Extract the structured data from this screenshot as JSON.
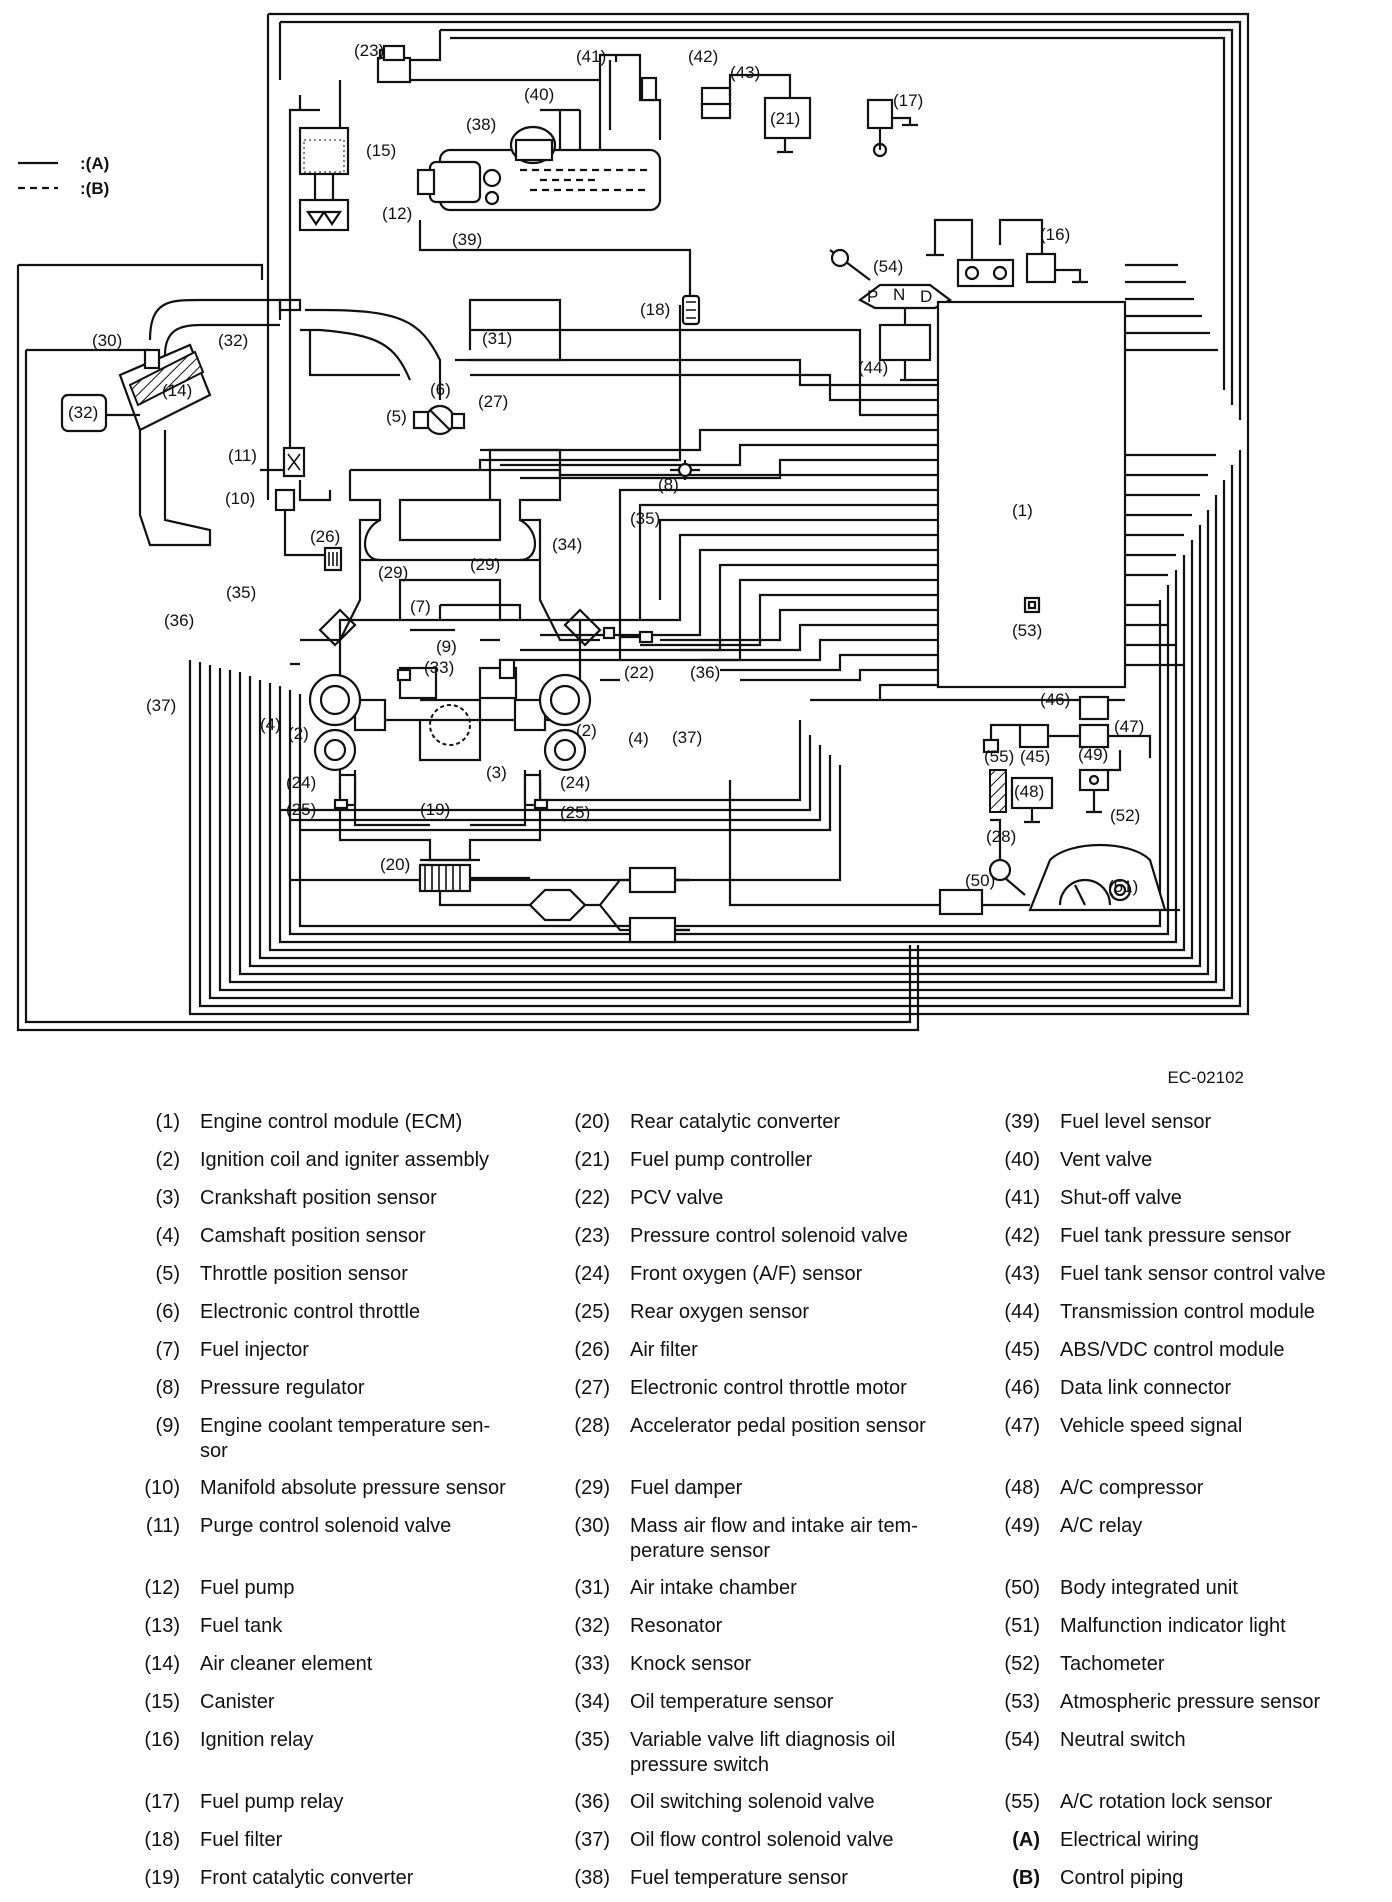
{
  "diagram": {
    "code": "EC-02102",
    "legend_key": [
      {
        "symbol": "solid",
        "label": ":(A)"
      },
      {
        "symbol": "dashed",
        "label": ":(B)"
      }
    ],
    "callouts": {
      "c1": "(1)",
      "c53": "(53)",
      "c54": "(54)",
      "c44": "(44)",
      "c16": "(16)",
      "c17": "(17)",
      "c21": "(21)",
      "c43": "(43)",
      "c42": "(42)",
      "c41": "(41)",
      "c23": "(23)",
      "c40": "(40)",
      "c38": "(38)",
      "c15": "(15)",
      "c12": "(12)",
      "c39": "(39)",
      "c18": "(18)",
      "c31": "(31)",
      "c30": "(30)",
      "c32a": "(32)",
      "c32b": "(32)",
      "c14": "(14)",
      "c6": "(6)",
      "c5": "(5)",
      "c27": "(27)",
      "c11": "(11)",
      "c10": "(10)",
      "c8": "(8)",
      "c26": "(26)",
      "c34": "(34)",
      "c35a": "(35)",
      "c35b": "(35)",
      "c29a": "(29)",
      "c29b": "(29)",
      "c7": "(7)",
      "c9": "(9)",
      "c33": "(33)",
      "c22": "(22)",
      "c36a": "(36)",
      "c36b": "(36)",
      "c37a": "(37)",
      "c37b": "(37)",
      "c4a": "(4)",
      "c4b": "(4)",
      "c2a": "(2)",
      "c2b": "(2)",
      "c3": "(3)",
      "c24a": "(24)",
      "c24b": "(24)",
      "c25a": "(25)",
      "c25b": "(25)",
      "c19": "(19)",
      "c20": "(20)",
      "c46": "(46)",
      "c47": "(47)",
      "c45": "(45)",
      "c55": "(55)",
      "c49": "(49)",
      "c48": "(48)",
      "c52": "(52)",
      "c28": "(28)",
      "c50": "(50)",
      "c51": "(51)"
    },
    "gear_letters": [
      "P",
      "N",
      "D"
    ]
  },
  "legend": {
    "col1": [
      {
        "num": "(1)",
        "text": "Engine control module (ECM)"
      },
      {
        "num": "(2)",
        "text": "Ignition coil and igniter assembly"
      },
      {
        "num": "(3)",
        "text": "Crankshaft position sensor"
      },
      {
        "num": "(4)",
        "text": "Camshaft position sensor"
      },
      {
        "num": "(5)",
        "text": "Throttle position sensor"
      },
      {
        "num": "(6)",
        "text": "Electronic control throttle"
      },
      {
        "num": "(7)",
        "text": "Fuel injector"
      },
      {
        "num": "(8)",
        "text": "Pressure regulator"
      },
      {
        "num": "(9)",
        "text": "Engine coolant temperature sen- sor"
      },
      {
        "num": "(10)",
        "text": "Manifold absolute pressure sensor"
      },
      {
        "num": "(11)",
        "text": "Purge control solenoid valve"
      },
      {
        "num": "(12)",
        "text": "Fuel pump"
      },
      {
        "num": "(13)",
        "text": "Fuel tank"
      },
      {
        "num": "(14)",
        "text": "Air cleaner element"
      },
      {
        "num": "(15)",
        "text": "Canister"
      },
      {
        "num": "(16)",
        "text": "Ignition relay"
      },
      {
        "num": "(17)",
        "text": "Fuel pump relay"
      },
      {
        "num": "(18)",
        "text": "Fuel filter"
      },
      {
        "num": "(19)",
        "text": "Front catalytic converter"
      }
    ],
    "col2": [
      {
        "num": "(20)",
        "text": "Rear catalytic converter"
      },
      {
        "num": "(21)",
        "text": "Fuel pump controller"
      },
      {
        "num": "(22)",
        "text": "PCV valve"
      },
      {
        "num": "(23)",
        "text": "Pressure control solenoid valve"
      },
      {
        "num": "(24)",
        "text": "Front oxygen (A/F) sensor"
      },
      {
        "num": "(25)",
        "text": "Rear oxygen sensor"
      },
      {
        "num": "(26)",
        "text": "Air filter"
      },
      {
        "num": "(27)",
        "text": "Electronic control throttle motor"
      },
      {
        "num": "(28)",
        "text": "Accelerator pedal position sensor"
      },
      {
        "num": "(29)",
        "text": "Fuel damper"
      },
      {
        "num": "(30)",
        "text": "Mass air flow and intake air tem- perature sensor"
      },
      {
        "num": "(31)",
        "text": "Air intake chamber"
      },
      {
        "num": "(32)",
        "text": "Resonator"
      },
      {
        "num": "(33)",
        "text": "Knock sensor"
      },
      {
        "num": "(34)",
        "text": "Oil temperature sensor"
      },
      {
        "num": "(35)",
        "text": "Variable valve lift diagnosis oil pressure switch"
      },
      {
        "num": "(36)",
        "text": "Oil switching solenoid valve"
      },
      {
        "num": "(37)",
        "text": "Oil flow control solenoid valve"
      },
      {
        "num": "(38)",
        "text": "Fuel temperature sensor"
      }
    ],
    "col3": [
      {
        "num": "(39)",
        "text": "Fuel level sensor"
      },
      {
        "num": "(40)",
        "text": "Vent valve"
      },
      {
        "num": "(41)",
        "text": "Shut-off valve"
      },
      {
        "num": "(42)",
        "text": "Fuel tank pressure sensor"
      },
      {
        "num": "(43)",
        "text": "Fuel tank sensor control valve"
      },
      {
        "num": "(44)",
        "text": "Transmission control module"
      },
      {
        "num": "(45)",
        "text": "ABS/VDC control module"
      },
      {
        "num": "(46)",
        "text": "Data link connector"
      },
      {
        "num": "(47)",
        "text": "Vehicle speed signal"
      },
      {
        "num": "(48)",
        "text": "A/C compressor"
      },
      {
        "num": "(49)",
        "text": "A/C relay"
      },
      {
        "num": "(50)",
        "text": "Body integrated unit"
      },
      {
        "num": "(51)",
        "text": "Malfunction indicator light"
      },
      {
        "num": "(52)",
        "text": "Tachometer"
      },
      {
        "num": "(53)",
        "text": "Atmospheric pressure sensor"
      },
      {
        "num": "(54)",
        "text": "Neutral switch"
      },
      {
        "num": "(55)",
        "text": "A/C rotation lock sensor"
      },
      {
        "num": "(A)",
        "text": "Electrical wiring",
        "bold": true
      },
      {
        "num": "(B)",
        "text": "Control piping",
        "bold": true
      }
    ]
  }
}
